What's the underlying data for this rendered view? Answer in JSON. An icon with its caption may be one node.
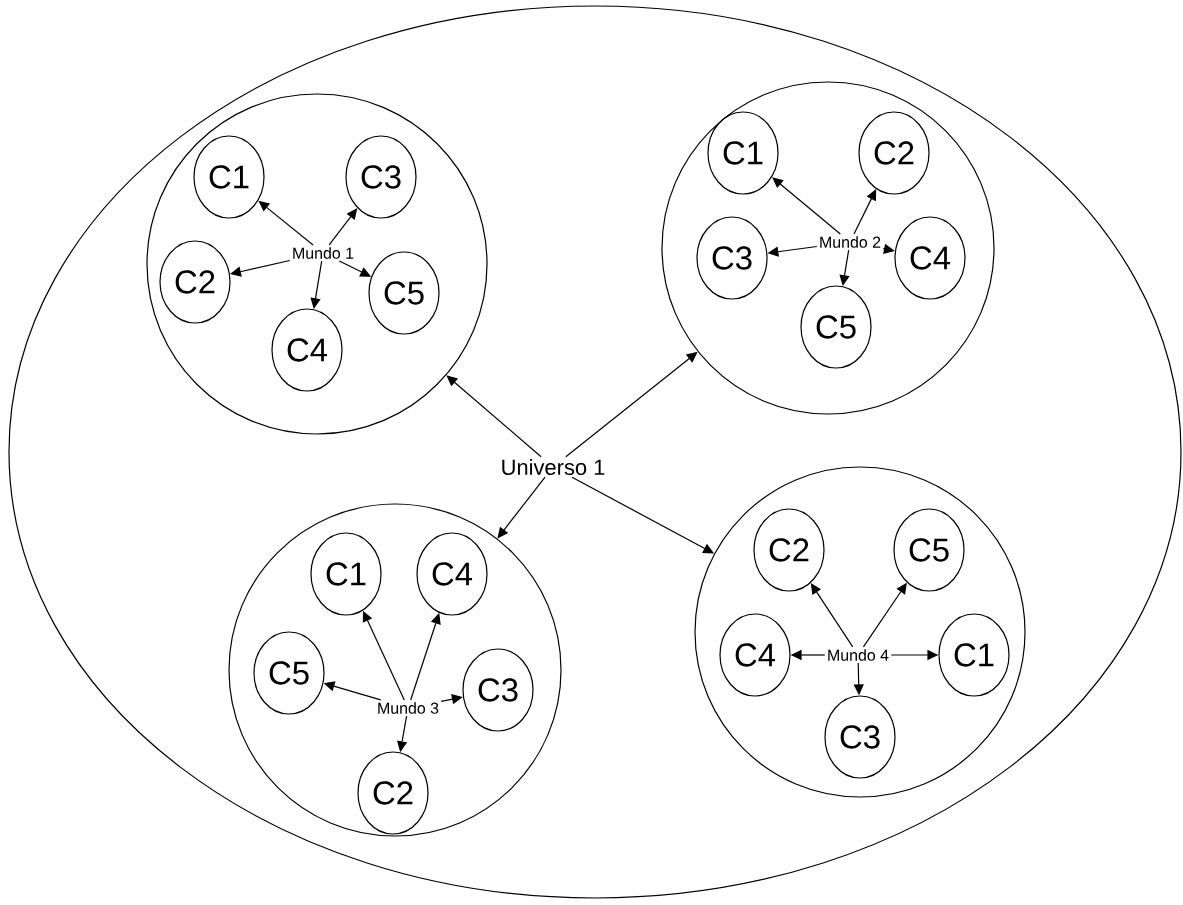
{
  "diagram": {
    "nodes": [
      {
        "text": [],
        "shape": "ellipse"
      },
      {
        "text": [
          "Universo 1"
        ],
        "in": 0
      },
      {
        "text": [],
        "shape": "circle",
        "in": 0
      },
      {
        "text": [
          "Mundo 1"
        ],
        "in": 2
      },
      {
        "text": [
          "C1"
        ],
        "in": 2
      },
      {
        "text": [
          "C3"
        ],
        "in": 2
      },
      {
        "text": [
          "C2"
        ],
        "in": 2
      },
      {
        "text": [
          "C5"
        ],
        "in": 2
      },
      {
        "text": [
          "C4"
        ],
        "in": 2
      },
      {
        "text": [],
        "shape": "circle",
        "in": 0
      },
      {
        "text": [
          "Mundo 2"
        ],
        "in": 9
      },
      {
        "text": [
          "C1"
        ],
        "in": 9
      },
      {
        "text": [
          "C2"
        ],
        "in": 9
      },
      {
        "text": [
          "C3"
        ],
        "in": 9
      },
      {
        "text": [
          "C4"
        ],
        "in": 9
      },
      {
        "text": [
          "C5"
        ],
        "in": 9
      },
      {
        "text": [],
        "shape": "circle",
        "in": 0
      },
      {
        "text": [
          "Mundo 3"
        ],
        "in": 16
      },
      {
        "text": [
          "C1"
        ],
        "in": 16
      },
      {
        "text": [
          "C4"
        ],
        "in": 16
      },
      {
        "text": [
          "C5"
        ],
        "in": 16
      },
      {
        "text": [
          "C3"
        ],
        "in": 16
      },
      {
        "text": [
          "C2"
        ],
        "in": 16
      },
      {
        "text": [],
        "shape": "circle",
        "in": 0
      },
      {
        "text": [
          "Mundo 4"
        ],
        "in": 23
      },
      {
        "text": [
          "C2"
        ],
        "in": 23
      },
      {
        "text": [
          "C5"
        ],
        "in": 23
      },
      {
        "text": [
          "C4"
        ],
        "in": 23
      },
      {
        "text": [
          "C1"
        ],
        "in": 23
      },
      {
        "text": [
          "C3"
        ],
        "in": 23
      }
    ],
    "edges": [
      {
        "from": 1,
        "to": 2,
        "arrow": "to"
      },
      {
        "from": 1,
        "to": 9,
        "arrow": "to"
      },
      {
        "from": 1,
        "to": 16,
        "arrow": "to"
      },
      {
        "from": 1,
        "to": 23,
        "arrow": "to"
      },
      {
        "from": 3,
        "to": 4,
        "arrow": "to"
      },
      {
        "from": 3,
        "to": 5,
        "arrow": "to"
      },
      {
        "from": 3,
        "to": 6,
        "arrow": "to"
      },
      {
        "from": 3,
        "to": 7,
        "arrow": "to"
      },
      {
        "from": 3,
        "to": 8,
        "arrow": "to"
      },
      {
        "from": 10,
        "to": 11,
        "arrow": "to"
      },
      {
        "from": 10,
        "to": 12,
        "arrow": "to"
      },
      {
        "from": 10,
        "to": 13,
        "arrow": "to"
      },
      {
        "from": 10,
        "to": 14,
        "arrow": "to"
      },
      {
        "from": 10,
        "to": 15,
        "arrow": "to"
      },
      {
        "from": 17,
        "to": 18,
        "arrow": "to"
      },
      {
        "from": 17,
        "to": 19,
        "arrow": "to"
      },
      {
        "from": 17,
        "to": 20,
        "arrow": "to"
      },
      {
        "from": 17,
        "to": 21,
        "arrow": "to"
      },
      {
        "from": 17,
        "to": 22,
        "arrow": "to"
      },
      {
        "from": 24,
        "to": 25,
        "arrow": "to"
      },
      {
        "from": 24,
        "to": 26,
        "arrow": "to"
      },
      {
        "from": 24,
        "to": 27,
        "arrow": "to"
      },
      {
        "from": 24,
        "to": 28,
        "arrow": "to"
      },
      {
        "from": 24,
        "to": 29,
        "arrow": "to"
      }
    ]
  }
}
